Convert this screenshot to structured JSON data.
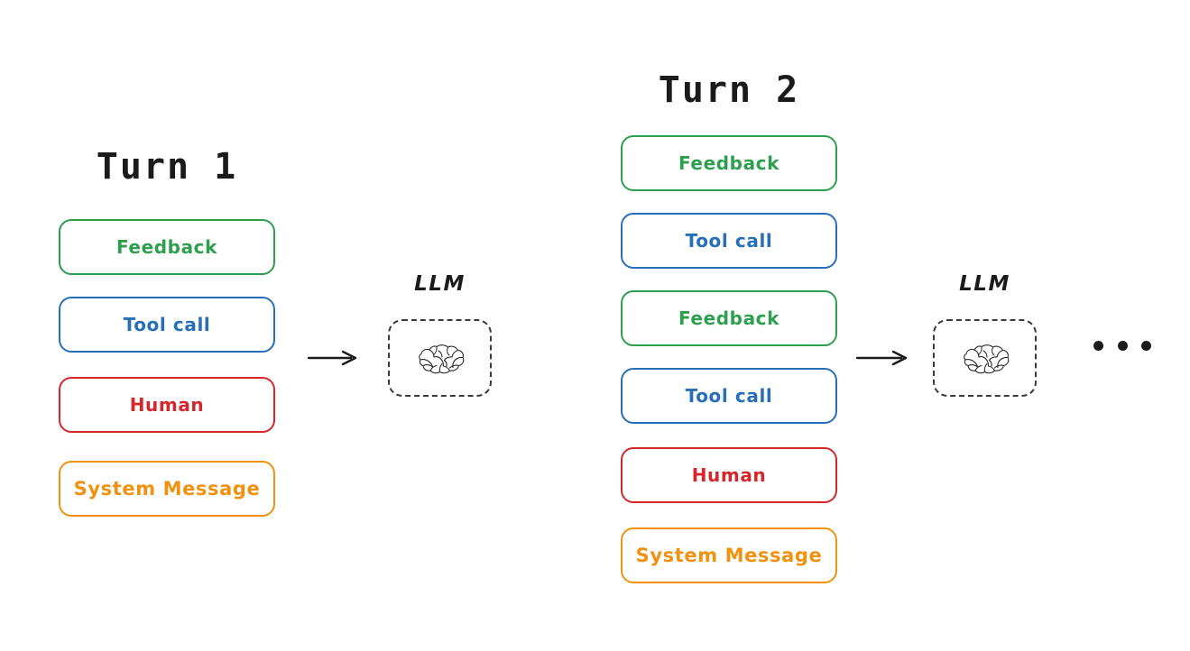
{
  "diagram": {
    "background_color": "#ffffff",
    "palette": {
      "feedback": "#2e9e4f",
      "tool_call": "#2770b8",
      "human": "#d6262c",
      "system_message": "#f0920f",
      "text_dark": "#1b1b1b",
      "dashed_border": "#3a3a3a"
    },
    "turns": [
      {
        "title": "Turn 1",
        "messages": [
          {
            "label": "Feedback",
            "kind": "feedback"
          },
          {
            "label": "Tool call",
            "kind": "toolcall"
          },
          {
            "label": "Human",
            "kind": "human"
          },
          {
            "label": "System Message",
            "kind": "systemmessage"
          }
        ],
        "llm": {
          "label": "LLM",
          "icon": "brain-icon"
        },
        "arrow": {
          "icon": "arrow-right-icon"
        }
      },
      {
        "title": "Turn 2",
        "messages": [
          {
            "label": "Feedback",
            "kind": "feedback"
          },
          {
            "label": "Tool call",
            "kind": "toolcall"
          },
          {
            "label": "Feedback",
            "kind": "feedback"
          },
          {
            "label": "Tool call",
            "kind": "toolcall"
          },
          {
            "label": "Human",
            "kind": "human"
          },
          {
            "label": "System Message",
            "kind": "systemmessage"
          }
        ],
        "llm": {
          "label": "LLM",
          "icon": "brain-icon"
        },
        "arrow": {
          "icon": "arrow-right-icon"
        }
      }
    ],
    "continuation": {
      "icon": "ellipsis-icon",
      "dots": 3
    }
  }
}
